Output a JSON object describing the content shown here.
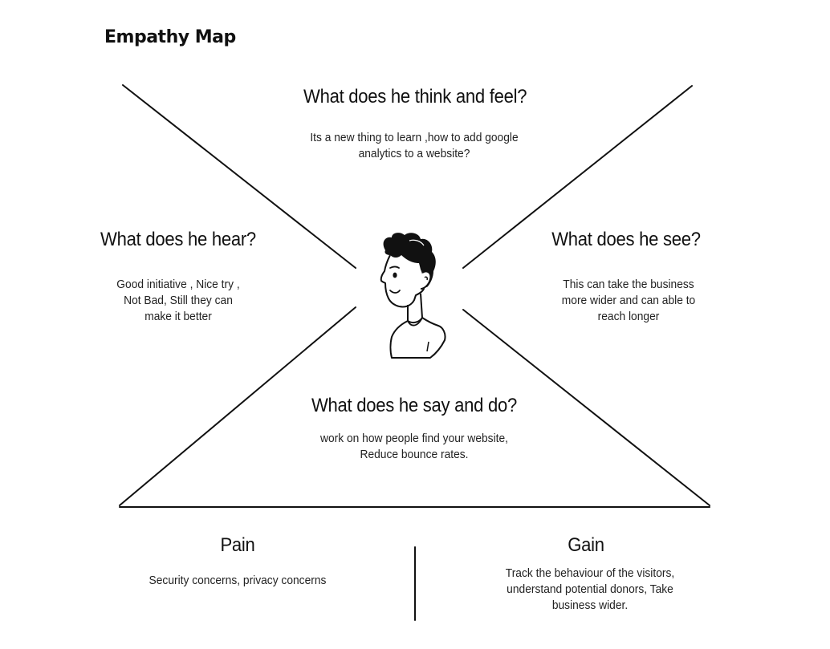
{
  "title": "Empathy Map",
  "quadrants": {
    "think_feel": {
      "heading": "What does he think and feel?",
      "text": "Its a new thing to learn ,how to add google\nanalytics to a website?"
    },
    "hear": {
      "heading": "What does he hear?",
      "text": "Good initiative , Nice try ,\nNot  Bad, Still they can\nmake it better"
    },
    "see": {
      "heading": "What does he see?",
      "text": "This can take the business\nmore wider and can able to\nreach longer"
    },
    "say_do": {
      "heading": "What does he say and do?",
      "text": "work on how people find your website,\nReduce bounce rates."
    }
  },
  "pain": {
    "heading": "Pain",
    "text": "Security concerns, privacy concerns"
  },
  "gain": {
    "heading": "Gain",
    "text": "Track the behaviour of the visitors,\nunderstand potential donors, Take\nbusiness wider."
  },
  "icons": {
    "center": "person-avatar-icon"
  }
}
